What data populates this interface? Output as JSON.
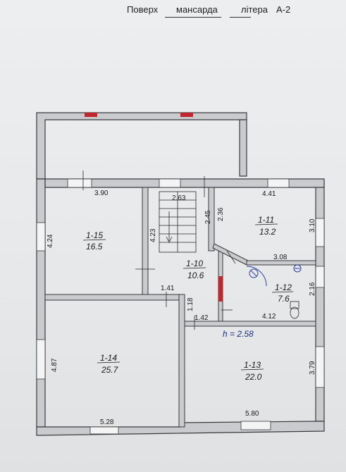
{
  "header": {
    "floor_label": "Поверх",
    "floor_value": "мансарда",
    "letter_label": "літера",
    "letter_value": "А-2"
  },
  "height_label": "h = 2.58",
  "rooms": [
    {
      "id": "1-15",
      "area": "16.5"
    },
    {
      "id": "1-10",
      "area": "10.6"
    },
    {
      "id": "1-11",
      "area": "13.2"
    },
    {
      "id": "1-12",
      "area": "7.6"
    },
    {
      "id": "1-14",
      "area": "25.7"
    },
    {
      "id": "1-13",
      "area": "22.0"
    }
  ],
  "dimensions": {
    "d390": "3.90",
    "d263": "2.63",
    "d441": "4.41",
    "d424": "4.24",
    "d423": "4.23",
    "d245": "2.45",
    "d236": "2.36",
    "d310": "3.10",
    "d308": "3.08",
    "d216": "2.16",
    "d141": "1.41",
    "d118": "1.18",
    "d142": "1.42",
    "d412": "4.12",
    "d487": "4.87",
    "d379": "3.79",
    "d528": "5.28",
    "d580": "5.80"
  },
  "colors": {
    "wall_fill": "#c9cbcf",
    "wall_stroke": "#3a3a3a",
    "window_red": "#c2262e",
    "fixture_blue": "#2a3f9a"
  }
}
